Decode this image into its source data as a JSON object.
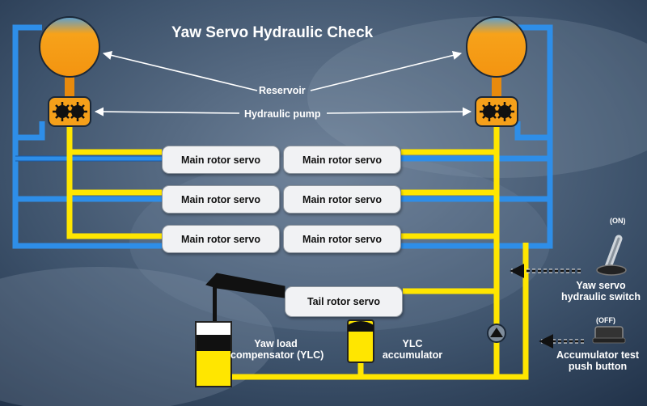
{
  "title": "Yaw Servo Hydraulic Check",
  "labels": {
    "reservoir": "Reservoir",
    "hydraulic_pump": "Hydraulic pump",
    "main_rotor_servo": "Main rotor servo",
    "tail_rotor_servo": "Tail rotor servo",
    "ylc_line1": "Yaw load",
    "ylc_line2": "compensator (YLC)",
    "acc_line1": "YLC",
    "acc_line2": "accumulator",
    "switch_state": "(ON)",
    "switch_line1": "Yaw servo",
    "switch_line2": "hydraulic switch",
    "button_state": "(OFF)",
    "button_line1": "Accumulator test",
    "button_line2": "push button"
  },
  "colors": {
    "pressure_line": "#ffe600",
    "return_line": "#2e8ee8",
    "reservoir": "#f59d12",
    "servo_box": "#f1f2f4",
    "arrow": "#ffffff"
  }
}
